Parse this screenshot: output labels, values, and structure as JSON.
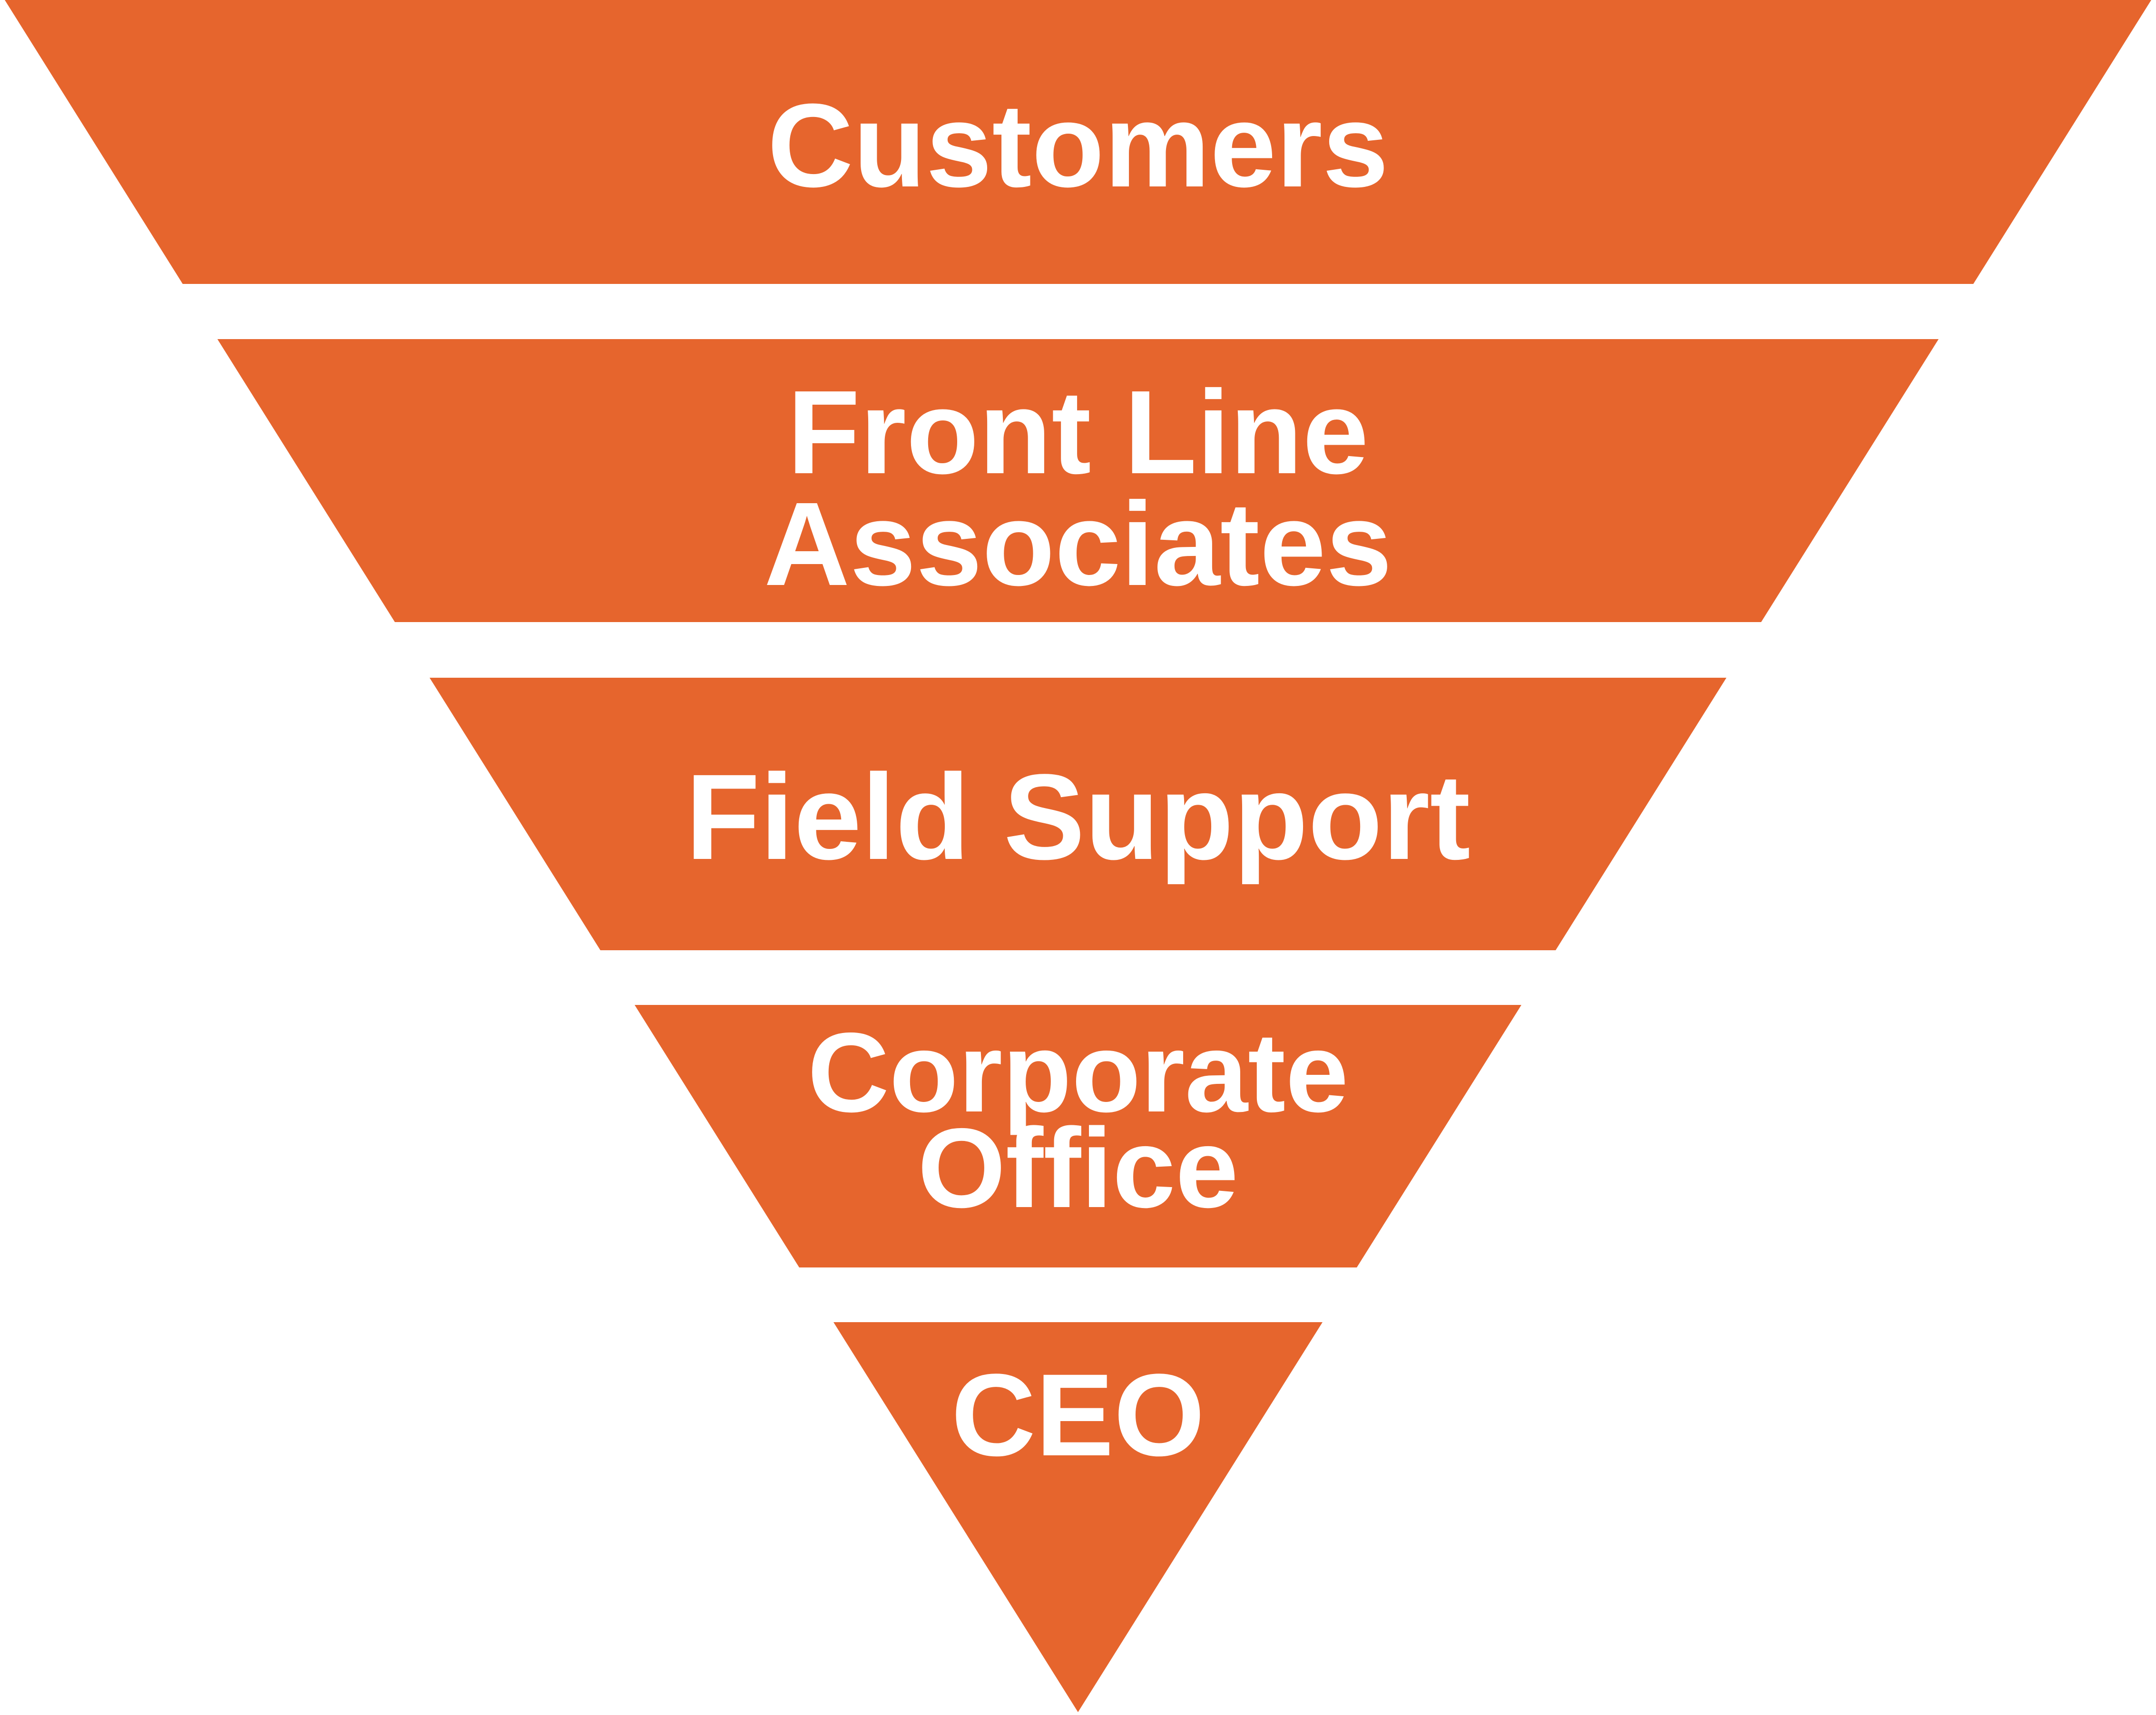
{
  "diagram": {
    "type": "inverted-pyramid",
    "description": "Inverted pyramid with five stacked levels, widest at top narrowing to a point at the bottom",
    "colors": {
      "band_fill": "#E6652D",
      "label_text": "#FFFFFF",
      "background": "#FFFFFF"
    },
    "levels": [
      {
        "label": "Customers",
        "lines": [
          "Customers"
        ]
      },
      {
        "label": "Front Line Associates",
        "lines": [
          "Front Line",
          "Associates"
        ]
      },
      {
        "label": "Field Support",
        "lines": [
          "Field Support"
        ]
      },
      {
        "label": "Corporate Office",
        "lines": [
          "Corporate",
          "Office"
        ]
      },
      {
        "label": "CEO",
        "lines": [
          "CEO"
        ]
      }
    ]
  }
}
